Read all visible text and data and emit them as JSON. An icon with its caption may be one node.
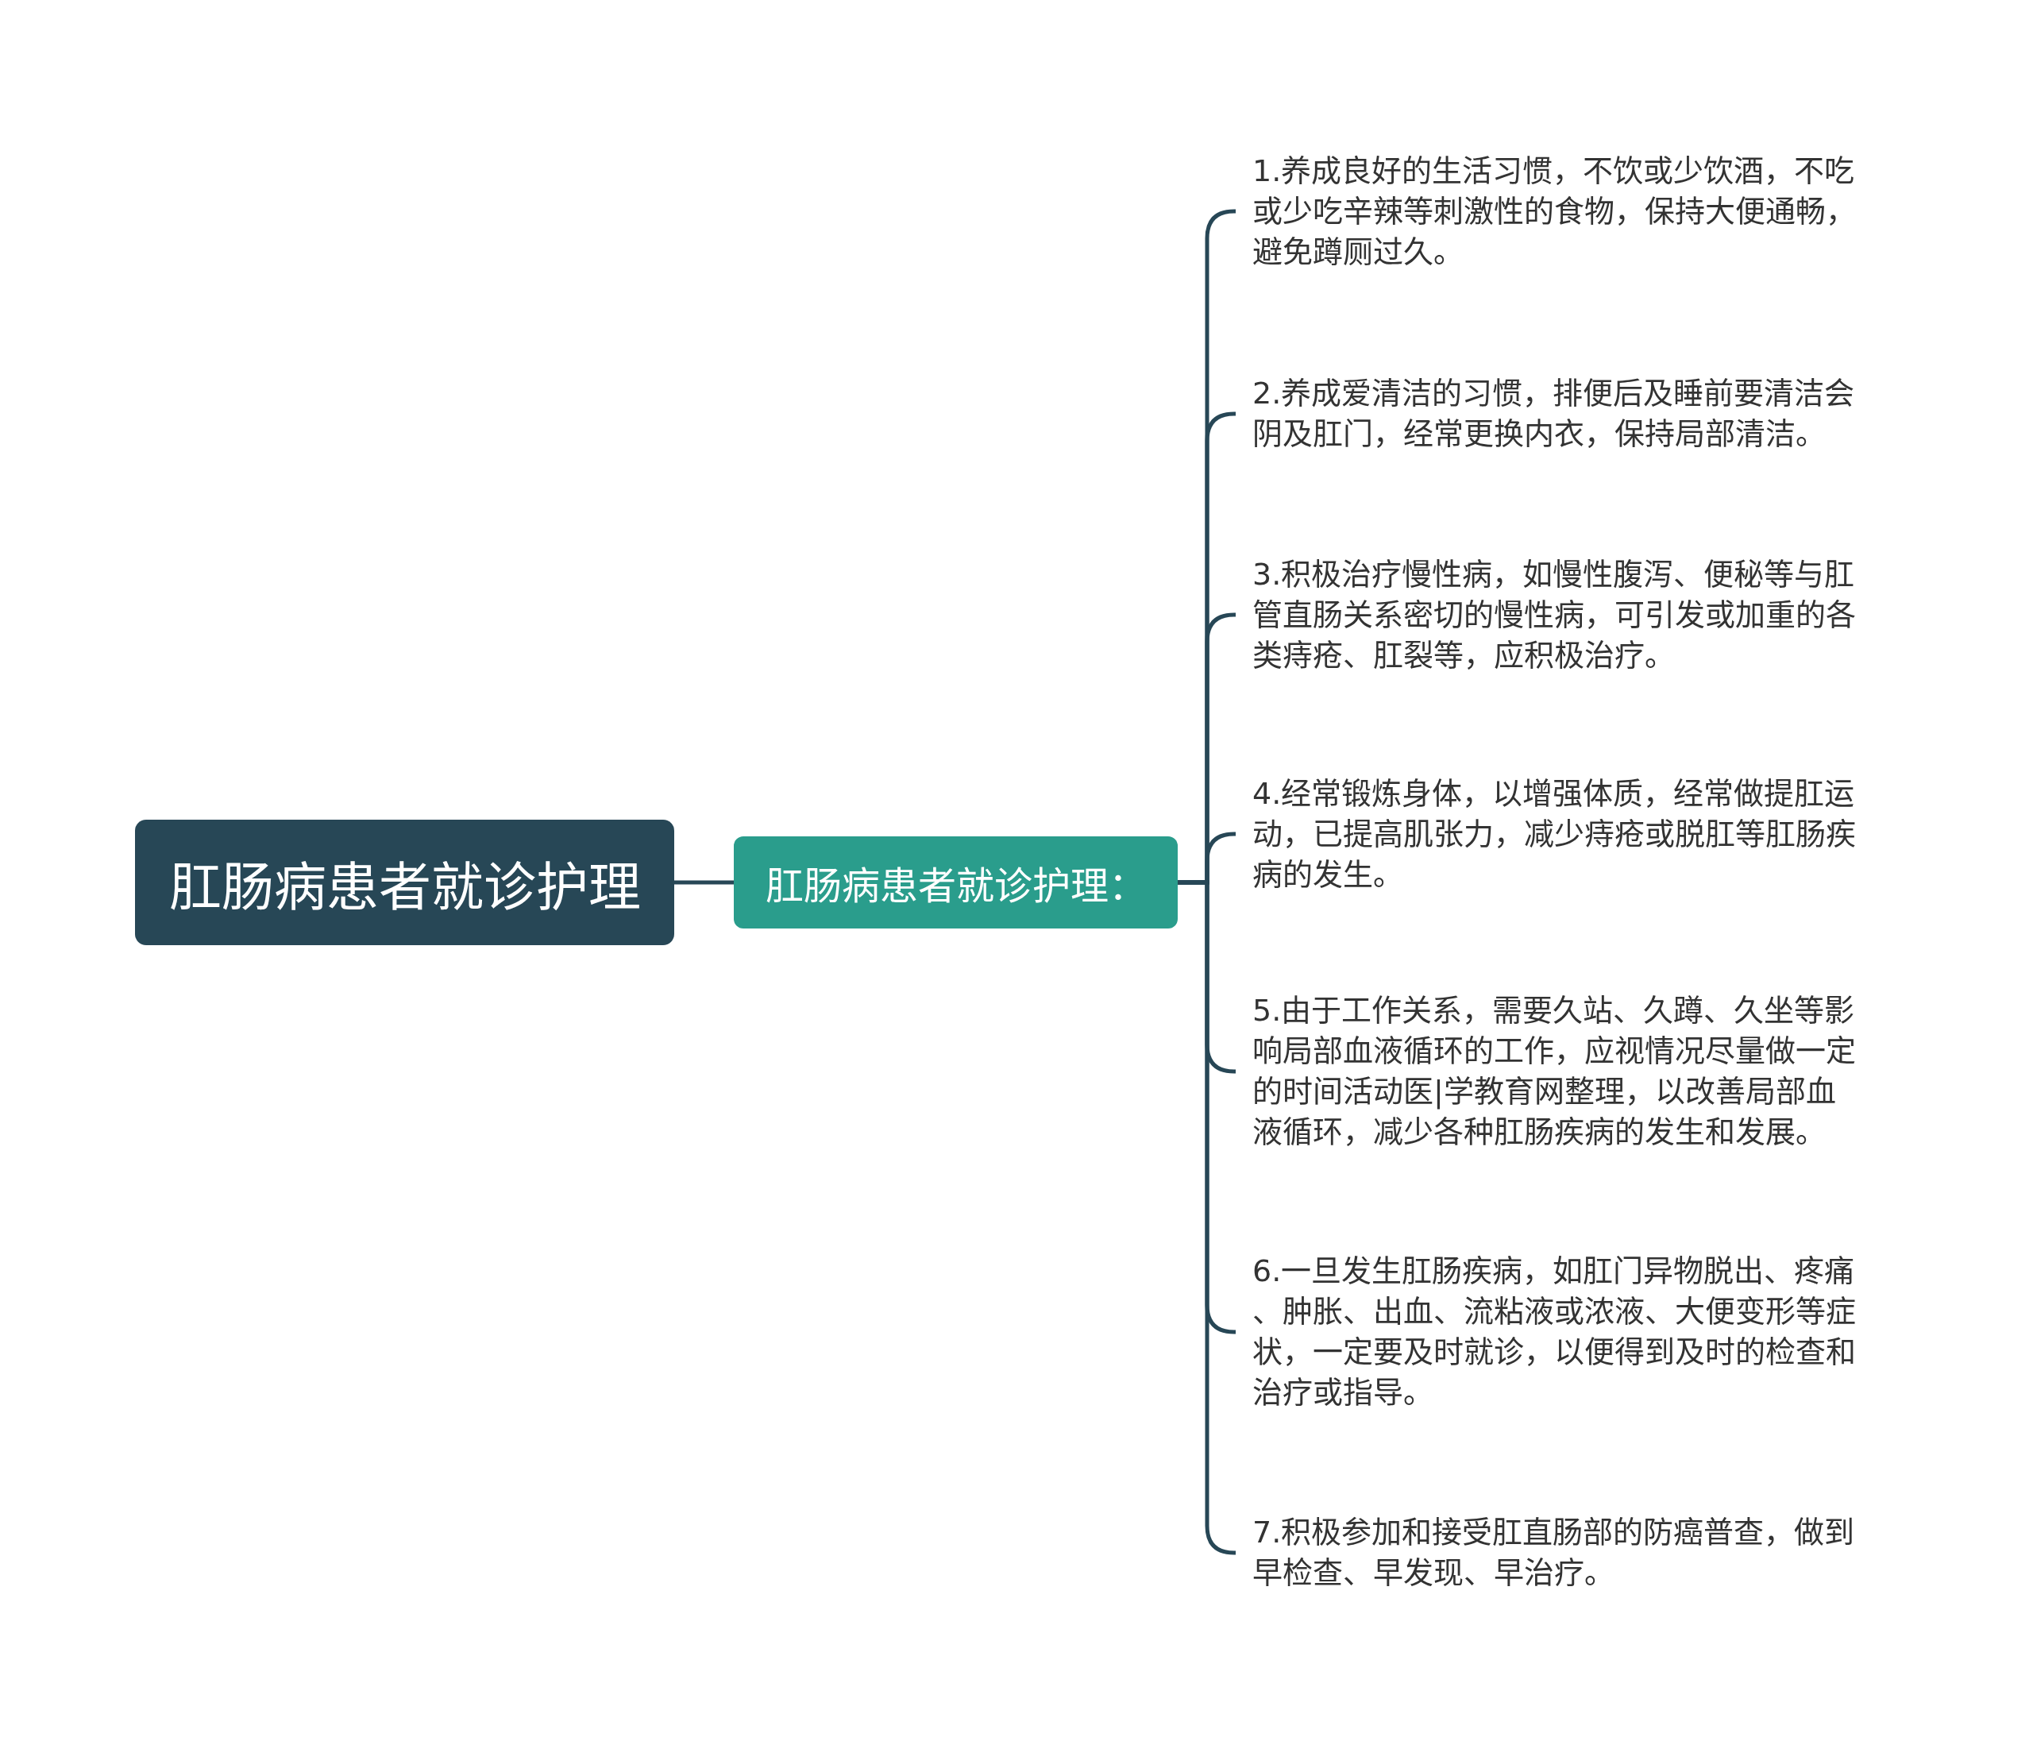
{
  "diagram": {
    "nodes": [
      {
        "text": [
          "肛肠病患者就诊护理"
        ]
      },
      {
        "text": [
          "肛肠病患者就诊护理："
        ]
      },
      {
        "text": [
          "1.养成良好的生活习惯，不饮或少饮酒，不吃或少吃辛辣等刺激性的食物，保持大便通畅，避免蹲厕过久。"
        ]
      },
      {
        "text": [
          "2.养成爱清洁的习惯，排便后及睡前要清洁会阴及肛门，经常更换内衣，保持局部清洁。"
        ]
      },
      {
        "text": [
          "3.积极治疗慢性病，如慢性腹泻、便秘等与肛管直肠关系密切的慢性病，可引发或加重的各类痔疮、肛裂等，应积极治疗。"
        ]
      },
      {
        "text": [
          "4.经常锻炼身体，以增强体质，经常做提肛运动，已提高肌张力，减少痔疮或脱肛等肛肠疾病的发生。"
        ]
      },
      {
        "text": [
          "5.由于工作关系，需要久站、久蹲、久坐等影响局部血液循环的工作，应视情况尽量做一定的时间活动医|学教育网整理，以改善局部血液循环，减少各种肛肠疾病的发生和发展。"
        ]
      },
      {
        "text": [
          "6.一旦发生肛肠疾病，如肛门异物脱出、疼痛、肿胀、出血、流粘液或浓液、大便变形等症状，一定要及时就诊，以便得到及时的检查和治疗或指导。"
        ]
      },
      {
        "text": [
          "7.积极参加和接受肛直肠部的防癌普查，做到早检查、早发现、早治疗。"
        ]
      }
    ],
    "edges": [
      {
        "from": 0,
        "to": 1,
        "arrow": "none"
      },
      {
        "from": 1,
        "to": 2,
        "arrow": "none"
      },
      {
        "from": 1,
        "to": 3,
        "arrow": "none"
      },
      {
        "from": 1,
        "to": 4,
        "arrow": "none"
      },
      {
        "from": 1,
        "to": 5,
        "arrow": "none"
      },
      {
        "from": 1,
        "to": 6,
        "arrow": "none"
      },
      {
        "from": 1,
        "to": 7,
        "arrow": "none"
      },
      {
        "from": 1,
        "to": 8,
        "arrow": "none"
      }
    ]
  }
}
